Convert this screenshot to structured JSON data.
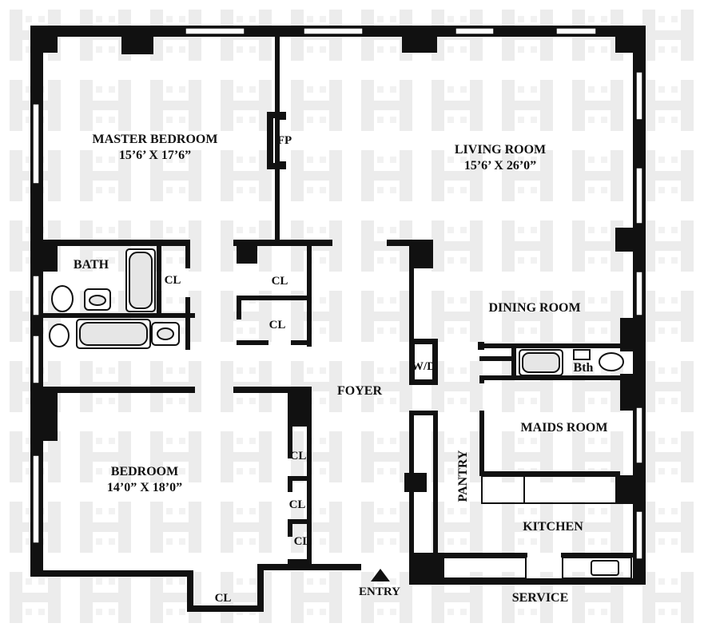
{
  "rooms": {
    "master_bedroom": {
      "name": "MASTER BEDROOM",
      "dims": "15’6’ X 17’6”"
    },
    "living_room": {
      "name": "LIVING ROOM",
      "dims": "15’6’ X 26’0”"
    },
    "bedroom": {
      "name": "BEDROOM",
      "dims": "14’0” X 18’0”"
    },
    "bath": "BATH",
    "dining_room": "DINING ROOM",
    "foyer": "FOYER",
    "maids_room": "MAIDS ROOM",
    "pantry": "PANTRY",
    "kitchen": "KITCHEN",
    "maid_bath": "Bth",
    "washer_dryer": "W/D",
    "fireplace": "FP"
  },
  "closets": {
    "label": "CL"
  },
  "entrances": {
    "entry": "ENTRY",
    "service": "SERVICE"
  },
  "watermark_letter": "H",
  "colors": {
    "wall": "#111111",
    "window": "#ffffff",
    "watermark": "#ebebeb",
    "fixture_fill": "#d9d9d9"
  }
}
